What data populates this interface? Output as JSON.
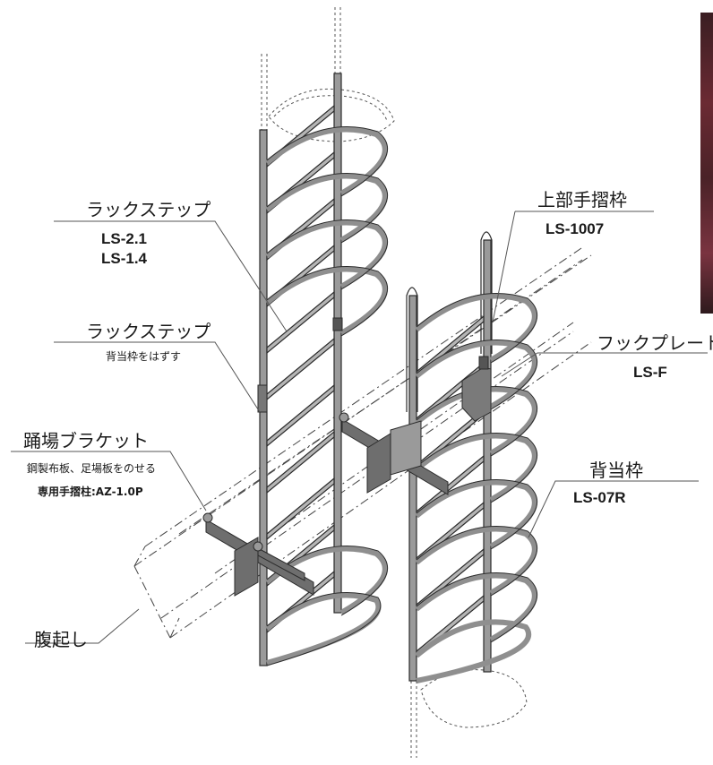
{
  "labels": {
    "rack_step_top": {
      "name": "ラックステップ",
      "code1": "LS-2.1",
      "code2": "LS-1.4"
    },
    "upper_handrail": {
      "name": "上部手摺枠",
      "code": "LS-1007"
    },
    "rack_step_mid": {
      "name": "ラックステップ",
      "note": "背当枠をはずす"
    },
    "hook_plate": {
      "name": "フックプレート",
      "code": "LS-F"
    },
    "platform_bracket": {
      "name": "踊場ブラケット",
      "note1": "鋼製布板、足場板をのせる",
      "note2": "専用手摺柱:AZ-1.0P"
    },
    "back_frame": {
      "name": "背当枠",
      "code": "LS-07R"
    },
    "waler": {
      "name": "腹起し"
    }
  },
  "colors": {
    "line": "#2b2b2b",
    "rail_fill": "#9a9a9a",
    "bracket_fill": "#6e6e6e",
    "photo": "#5a2a30"
  }
}
